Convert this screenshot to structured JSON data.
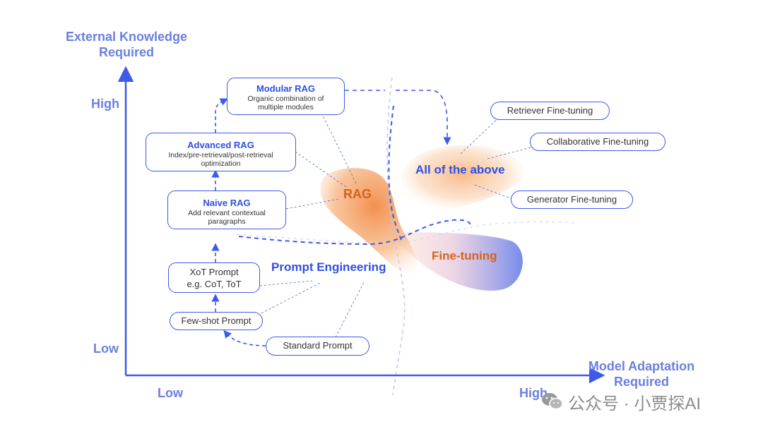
{
  "axes": {
    "y_title_line1": "External Knowledge",
    "y_title_line2": "Required",
    "x_title_line1": "Model Adaptation",
    "x_title_line2": "Required",
    "y_high": "High",
    "y_low": "Low",
    "x_low": "Low",
    "x_high": "High"
  },
  "regions": {
    "rag": "RAG",
    "all": "All of the above",
    "finetune": "Fine-tuning",
    "prompt": "Prompt Engineering"
  },
  "nodes": {
    "modular": {
      "title": "Modular RAG",
      "desc1": "Organic combination of",
      "desc2": "multiple modules"
    },
    "advanced": {
      "title": "Advanced RAG",
      "desc1": "Index/pre-retrieval/post-retrieval",
      "desc2": "optimization"
    },
    "naive": {
      "title": "Naive RAG",
      "desc1": "Add relevant contextual",
      "desc2": "paragraphs"
    },
    "xot": {
      "line1": "XoT Prompt",
      "line2": "e.g. CoT, ToT"
    },
    "fewshot": "Few-shot Prompt",
    "standard": "Standard Prompt",
    "retriever": "Retriever Fine-tuning",
    "collab": "Collaborative Fine-tuning",
    "generator": "Generator Fine-tuning"
  },
  "watermark": "公众号 · 小贾探AI",
  "colors": {
    "axis": "#3d5ae8",
    "axis_label": "#6b7fe0",
    "node_title": "#2f4fe0",
    "rag_text": "#d2631c",
    "all_text": "#2f4fe0",
    "orange_blob": "#f39a55",
    "blue_blob": "#7d93ee"
  }
}
